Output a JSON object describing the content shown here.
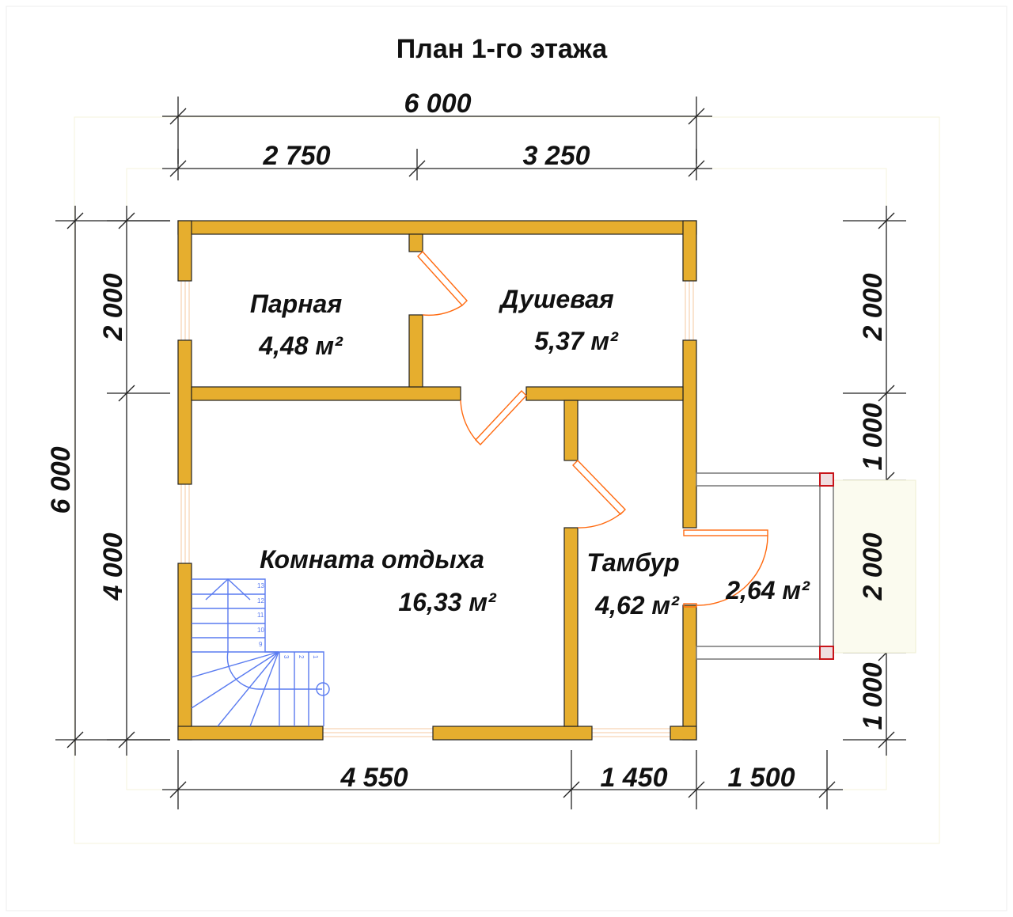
{
  "title": "План 1-го этажа",
  "colors": {
    "wall": "#E6AE2E",
    "door": "#FF6A10",
    "stair": "#5A7BF0",
    "post": "#C8141A"
  },
  "dimensions": {
    "top_total": "6 000",
    "top_left": "2 750",
    "top_right": "3 250",
    "left_total": "6 000",
    "left_upper": "2 000",
    "left_lower": "4 000",
    "right_1": "2 000",
    "right_2": "1 000",
    "right_3": "2 000",
    "right_4": "1 000",
    "bottom_1": "4 550",
    "bottom_2": "1 450",
    "bottom_3": "1 500"
  },
  "rooms": [
    {
      "name": "Парная",
      "area": "4,48 м²"
    },
    {
      "name": "Душевая",
      "area": "5,37 м²"
    },
    {
      "name": "Комната отдыха",
      "area": "16,33 м²"
    },
    {
      "name": "Тамбур",
      "area": "4,62 м²"
    },
    {
      "name": "",
      "area": "2,64 м²"
    }
  ],
  "stairs": {
    "steps": [
      "13",
      "12",
      "11",
      "10",
      "9",
      "3",
      "2",
      "1"
    ]
  }
}
